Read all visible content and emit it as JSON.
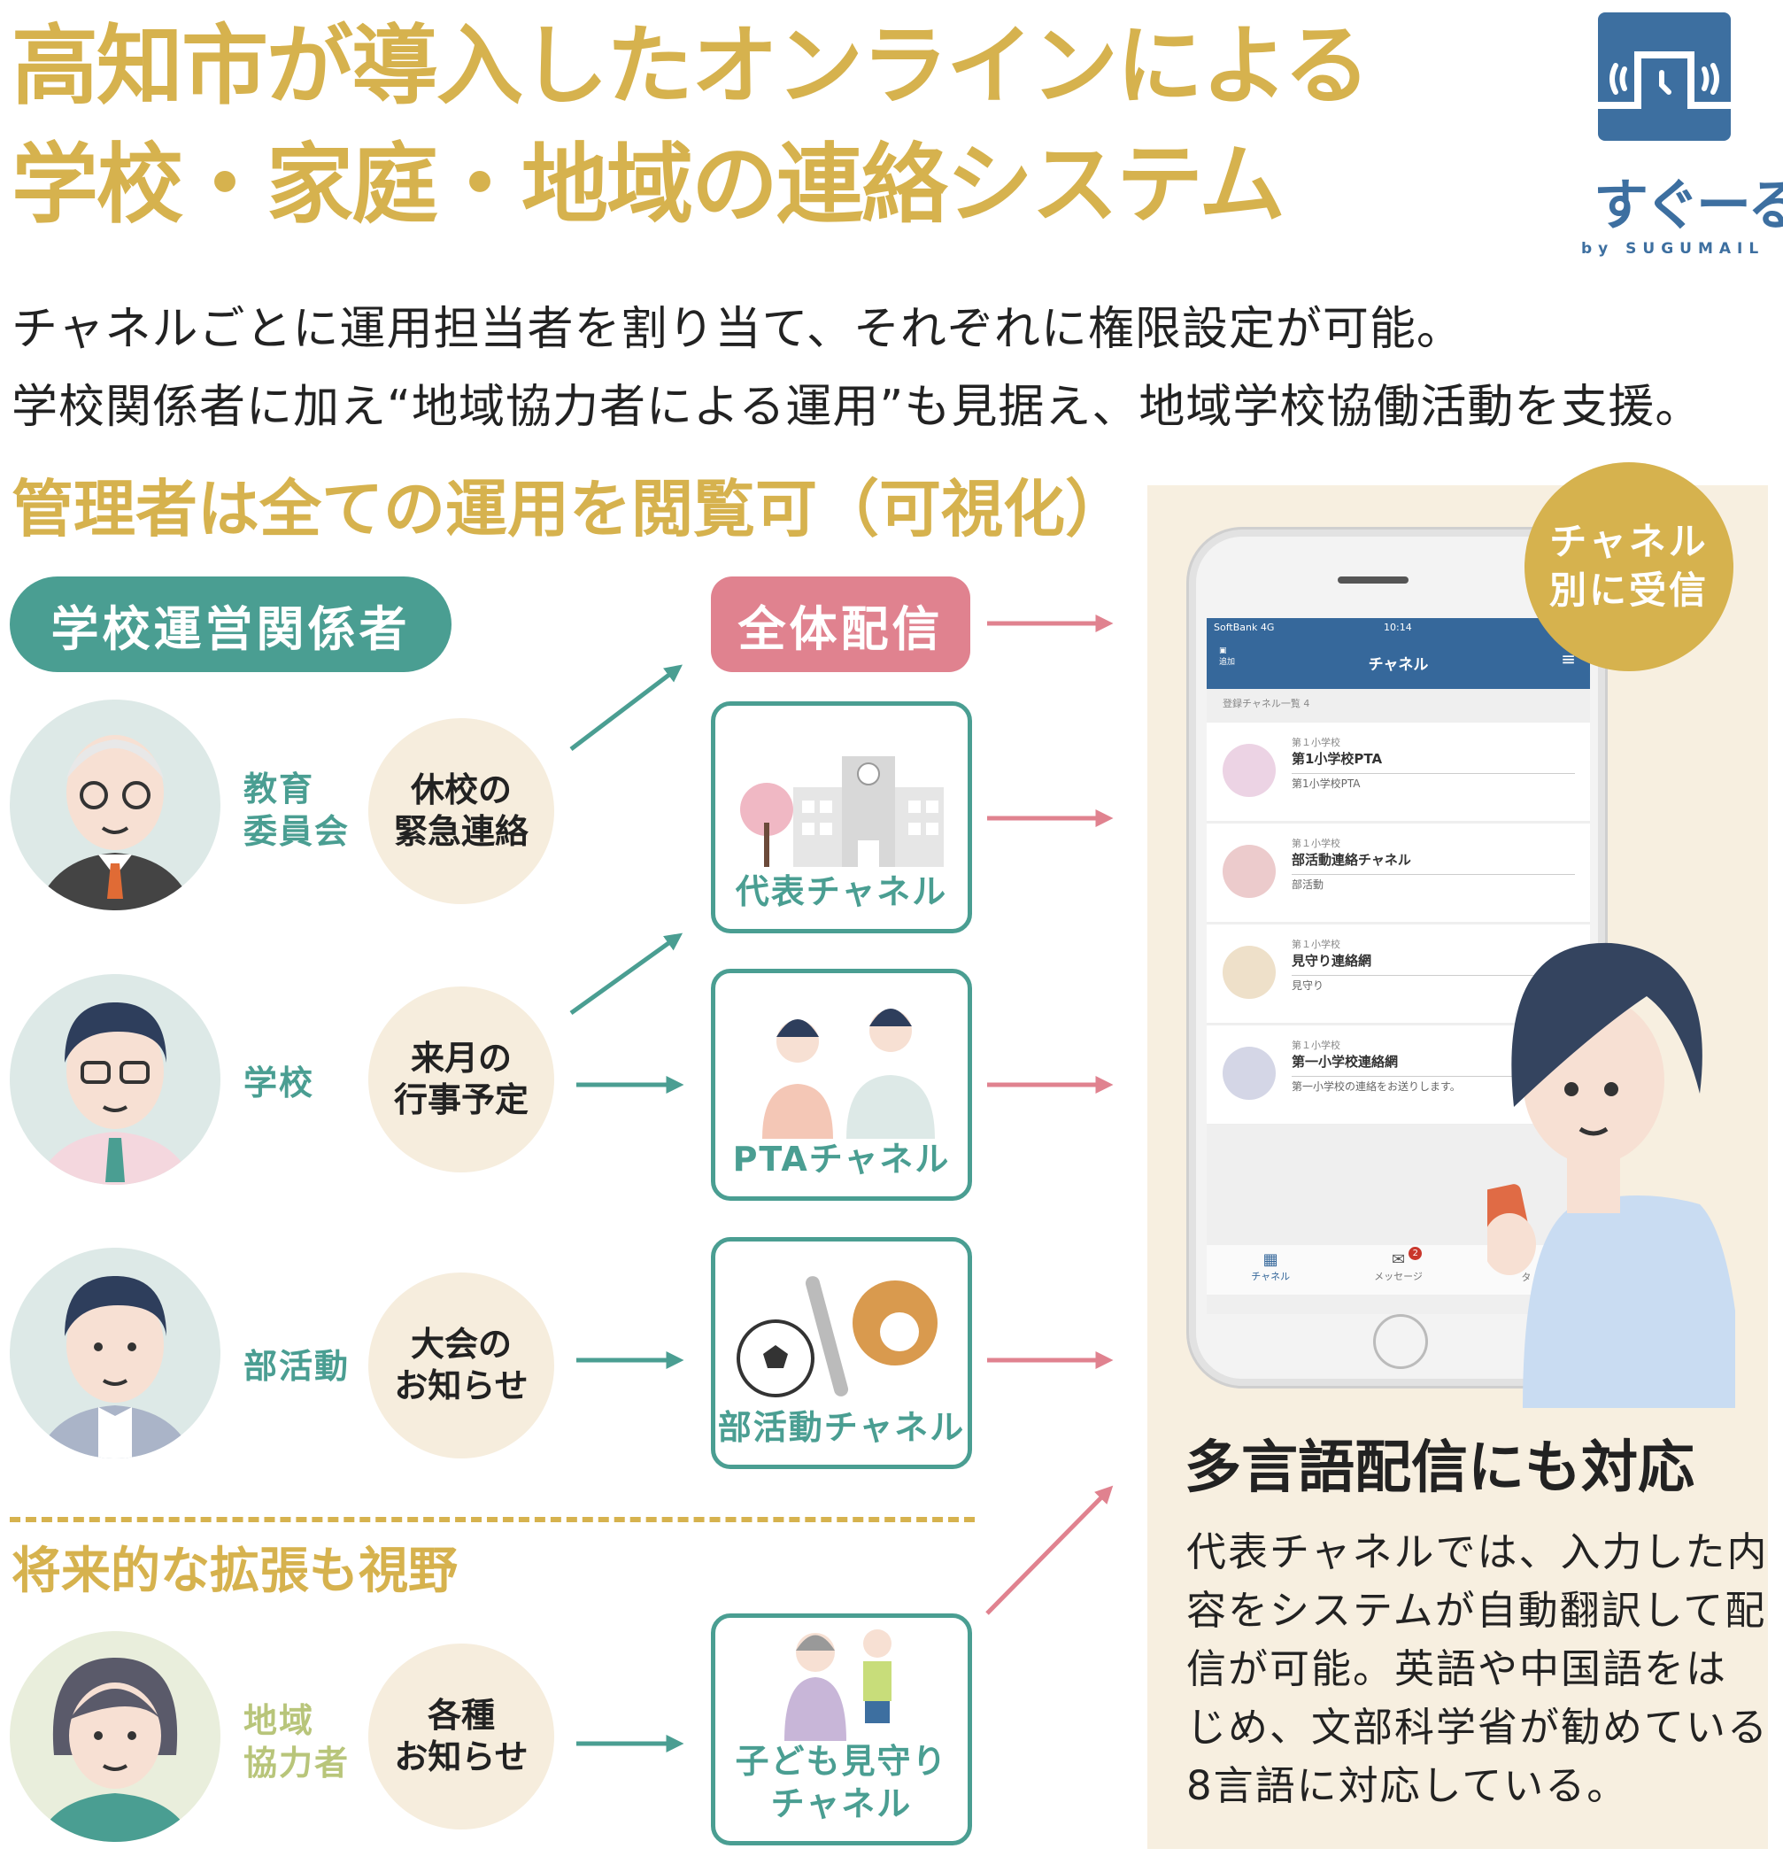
{
  "title": {
    "line1": "高知市が導入したオンラインによる",
    "line2": "学校・家庭・地域の連絡システム"
  },
  "logo": {
    "name": "すぐーる",
    "byline": "by SUGUMAIL",
    "color": "#3d6fa0"
  },
  "subtitle": {
    "line1": "チャネルごとに運用担当者を割り当て、それぞれに権限設定が可能。",
    "line2": "学校関係者に加え“地域協力者による運用”も見据え、地域学校協働活動を支援。"
  },
  "admin_heading": "管理者は全ての運用を閲覧可（可視化）",
  "school_group_label": "学校運営関係者",
  "broadcast_label": "全体配信",
  "roles": [
    {
      "role": "教育\n委員会",
      "role_l1": "教育",
      "role_l2": "委員会",
      "msg_l1": "休校の",
      "msg_l2": "緊急連絡"
    },
    {
      "role_l1": "学校",
      "msg_l1": "来月の",
      "msg_l2": "行事予定"
    },
    {
      "role_l1": "部活動",
      "msg_l1": "大会の",
      "msg_l2": "お知らせ"
    },
    {
      "role_l1": "地域",
      "role_l2": "協力者",
      "msg_l1": "各種",
      "msg_l2": "お知らせ"
    }
  ],
  "channels": [
    {
      "l1": "代表チャネル"
    },
    {
      "l1": "PTAチャネル"
    },
    {
      "l1": "部活動チャネル"
    },
    {
      "l1": "子ども見守り",
      "l2": "チャネル"
    }
  ],
  "future_heading": "将来的な拡張も視野",
  "receive_badge": {
    "l1": "チャネル",
    "l2": "別に受信"
  },
  "phone": {
    "carrier": "SoftBank 4G",
    "time": "10:14",
    "header_title": "チャネル",
    "header_left": "追加",
    "list_header": "登録チャネル一覧 4",
    "items": [
      {
        "school": "第１小学校",
        "name": "第1小学校PTA",
        "desc": "第1小学校PTA"
      },
      {
        "school": "第１小学校",
        "name": "部活動連絡チャネル",
        "desc": "部活動"
      },
      {
        "school": "第１小学校",
        "name": "見守り連絡網",
        "desc": "見守り"
      },
      {
        "school": "第１小学校",
        "name": "第一小学校連絡網",
        "desc": "第一小学校の連絡をお送りします。"
      }
    ],
    "tabs": [
      {
        "label": "チャネル"
      },
      {
        "label": "メッセージ",
        "badge": "2"
      },
      {
        "label": "タ"
      }
    ]
  },
  "multilang": {
    "heading": "多言語配信にも対応",
    "lines": [
      "代表チャネルでは、入力した内",
      "容をシステムが自動翻訳して配",
      "信が可能。英語や中国語をは",
      "じめ、文部科学省が勧めている",
      "8言語に対応している。"
    ]
  },
  "colors": {
    "gold": "#d6b24e",
    "teal": "#4a9e92",
    "pink": "#e0828f",
    "panel": "#f7efe0",
    "blue": "#3d6fa0"
  }
}
